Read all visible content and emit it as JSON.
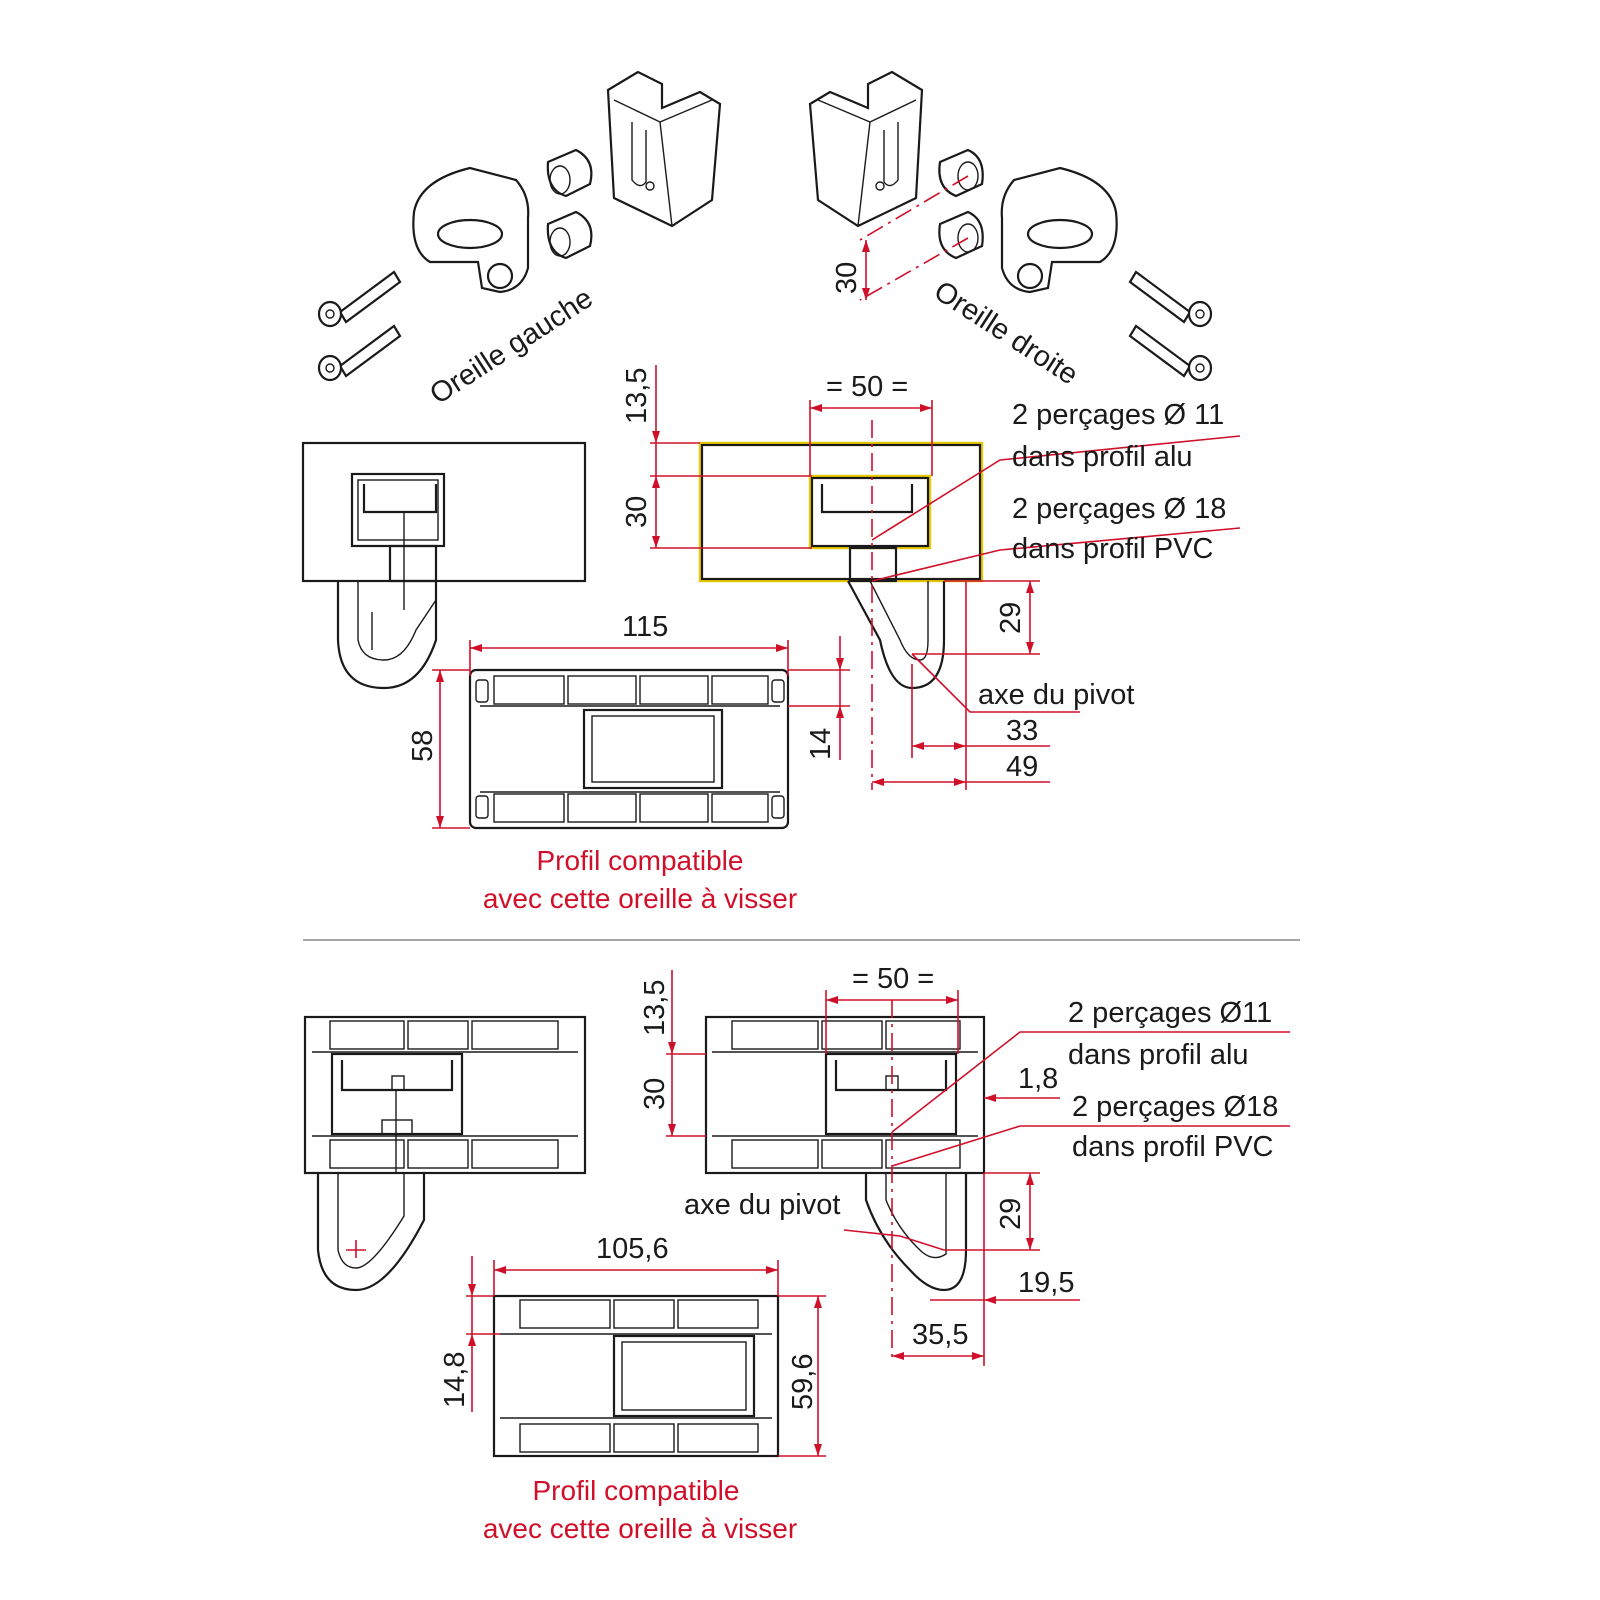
{
  "top": {
    "left_ear_label": "Oreille gauche",
    "right_ear_label": "Oreille droite",
    "dim_30_iso": "30",
    "dim_13_5": "13,5",
    "dim_30": "30",
    "dim_50": "= 50 =",
    "hole_alu_line1": "2 perçages Ø 11",
    "hole_alu_line2": "dans profil alu",
    "hole_pvc_line1": "2 perçages Ø 18",
    "hole_pvc_line2": "dans profil PVC",
    "dim_29": "29",
    "pivot_axis": "axe du pivot",
    "dim_33": "33",
    "dim_49": "49",
    "dim_115": "115",
    "dim_58": "58",
    "dim_14": "14",
    "caption_line1": "Profil compatible",
    "caption_line2": "avec cette oreille à visser"
  },
  "bottom": {
    "dim_13_5": "13,5",
    "dim_30": "30",
    "dim_50": "= 50 =",
    "hole_alu_line1": "2 perçages Ø11",
    "hole_alu_line2": "dans profil alu",
    "dim_1_8": "1,8",
    "hole_pvc_line1": "2 perçages Ø18",
    "hole_pvc_line2": "dans profil PVC",
    "pivot_axis": "axe du pivot",
    "dim_29": "29",
    "dim_19_5": "19,5",
    "dim_35_5": "35,5",
    "dim_105_6": "105,6",
    "dim_14_8": "14,8",
    "dim_59_6": "59,6",
    "caption_line1": "Profil compatible",
    "caption_line2": "avec cette oreille à visser"
  },
  "colors": {
    "dimension": "#d0102a",
    "line": "#1a1a1a",
    "highlight": "#e8c800"
  }
}
